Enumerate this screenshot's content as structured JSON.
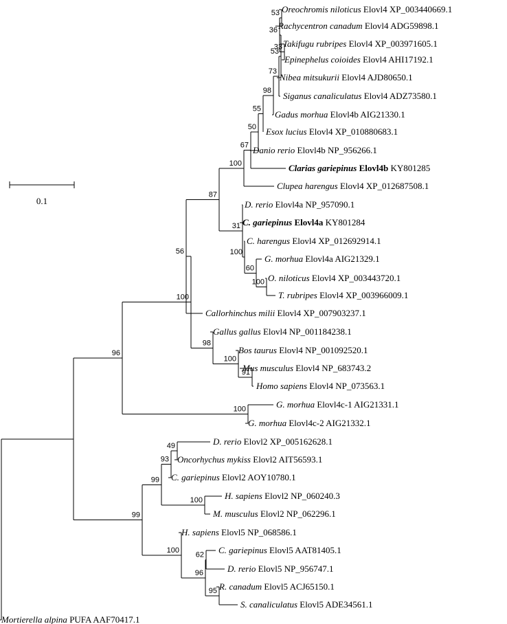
{
  "scale_bar": {
    "label": "0.1"
  },
  "leaves": {
    "L1": {
      "genus_species": "Oreochromis niloticus",
      "gene": "Elovl4",
      "accession": "XP_003440669.1"
    },
    "L2": {
      "genus_species": "Rachycentron canadum",
      "gene": "Elovl4",
      "accession": "ADG59898.1"
    },
    "L3": {
      "genus_species": "Takifugu rubripes",
      "gene": "Elovl4",
      "accession": "XP_003971605.1"
    },
    "L4": {
      "genus_species": "Epinephelus coioides",
      "gene": "Elovl4",
      "accession": "AHI17192.1"
    },
    "L5": {
      "genus_species": "Nibea mitsukurii",
      "gene": "Elovl4",
      "accession": "AJD80650.1"
    },
    "L6": {
      "genus_species": "Siganus canaliculatus",
      "gene": "Elovl4",
      "accession": "ADZ73580.1"
    },
    "L7": {
      "genus_species": "Gadus morhua",
      "gene": "Elovl4b",
      "accession": "AIG21330.1"
    },
    "L8": {
      "genus_species": "Esox lucius",
      "gene": "Elovl4",
      "accession": "XP_010880683.1"
    },
    "L9": {
      "genus_species": "Danio rerio",
      "gene": "Elovl4b",
      "accession": "NP_956266.1"
    },
    "L10": {
      "genus_species": "Clarias gariepinus",
      "gene": "Elovl4b",
      "accession": "KY801285"
    },
    "L11": {
      "genus_species": "Clupea harengus",
      "gene": "Elovl4",
      "accession": "XP_012687508.1"
    },
    "L12": {
      "genus_species": "D. rerio",
      "gene": "Elovl4a",
      "accession": "NP_957090.1"
    },
    "L13": {
      "genus_species": "C. gariepinus",
      "gene": "Elovl4a",
      "accession": "KY801284"
    },
    "L14": {
      "genus_species": "C. harengus",
      "gene": "Elovl4",
      "accession": "XP_012692914.1"
    },
    "L15": {
      "genus_species": "G. morhua",
      "gene": "Elovl4a",
      "accession": "AIG21329.1"
    },
    "L16": {
      "genus_species": "O. niloticus",
      "gene": "Elovl4",
      "accession": "XP_003443720.1"
    },
    "L17": {
      "genus_species": "T. rubripes",
      "gene": "Elovl4",
      "accession": "XP_003966009.1"
    },
    "L18": {
      "genus_species": "Callorhinchus milii",
      "gene": "Elovl4",
      "accession": "XP_007903237.1"
    },
    "L19": {
      "genus_species": "Gallus gallus",
      "gene": "Elovl4",
      "accession": "NP_001184238.1"
    },
    "L20": {
      "genus_species": "Bos taurus",
      "gene": "Elovl4",
      "accession": "NP_001092520.1"
    },
    "L21": {
      "genus_species": "Mus musculus",
      "gene": "Elovl4",
      "accession": "NP_683743.2"
    },
    "L22": {
      "genus_species": "Homo sapiens",
      "gene": "Elovl4",
      "accession": "NP_073563.1"
    },
    "L23": {
      "genus_species": "G. morhua",
      "gene": "Elovl4c-1",
      "accession": "AIG21331.1"
    },
    "L24": {
      "genus_species": "G. morhua",
      "gene": "Elovl4c-2",
      "accession": "AIG21332.1"
    },
    "L25": {
      "genus_species": "D. rerio",
      "gene": "Elovl2",
      "accession": "XP_005162628.1"
    },
    "L26": {
      "genus_species": "Oncorhychus mykiss",
      "gene": "Elovl2",
      "accession": "AIT56593.1"
    },
    "L27": {
      "genus_species": "C. gariepinus",
      "gene": "Elovl2",
      "accession": "AOY10780.1"
    },
    "L28": {
      "genus_species": "H. sapiens",
      "gene": "Elovl2",
      "accession": "NP_060240.3"
    },
    "L29": {
      "genus_species": "M. musculus",
      "gene": "Elovl2",
      "accession": "NP_062296.1"
    },
    "L30": {
      "genus_species": "H. sapiens",
      "gene": "Elovl5",
      "accession": "NP_068586.1"
    },
    "L31": {
      "genus_species": "C. gariepinus",
      "gene": "Elovl5",
      "accession": "AAT81405.1"
    },
    "L32": {
      "genus_species": "D. rerio",
      "gene": "Elovl5",
      "accession": "NP_956747.1"
    },
    "L33": {
      "genus_species": "R. canadum",
      "gene": "Elovl5",
      "accession": "ACJ65150.1"
    },
    "L34": {
      "genus_species": "S. canaliculatus",
      "gene": "Elovl5",
      "accession": "ADE34561.1"
    },
    "L35": {
      "genus_species": "Mortierella alpina",
      "gene": "PUFA",
      "accession": "AAF70417.1"
    }
  },
  "bootstrap": {
    "n53a": "53",
    "n36": "36",
    "n33": "33",
    "n53b": "53",
    "n73": "73",
    "n98a": "98",
    "n55": "55",
    "n50": "50",
    "n67": "67",
    "n100a": "100",
    "n87": "87",
    "n31": "31",
    "n100b": "100",
    "n60": "60",
    "n100c": "100",
    "n98b": "98",
    "n56": "56",
    "n100d": "100",
    "n98c": "98",
    "n100e": "100",
    "n91": "91",
    "n96a": "96",
    "n100f": "100",
    "n49": "49",
    "n93": "93",
    "n99a": "99",
    "n100g": "100",
    "n99b": "99",
    "n62": "62",
    "n100h": "100",
    "n96b": "96",
    "n95": "95"
  }
}
